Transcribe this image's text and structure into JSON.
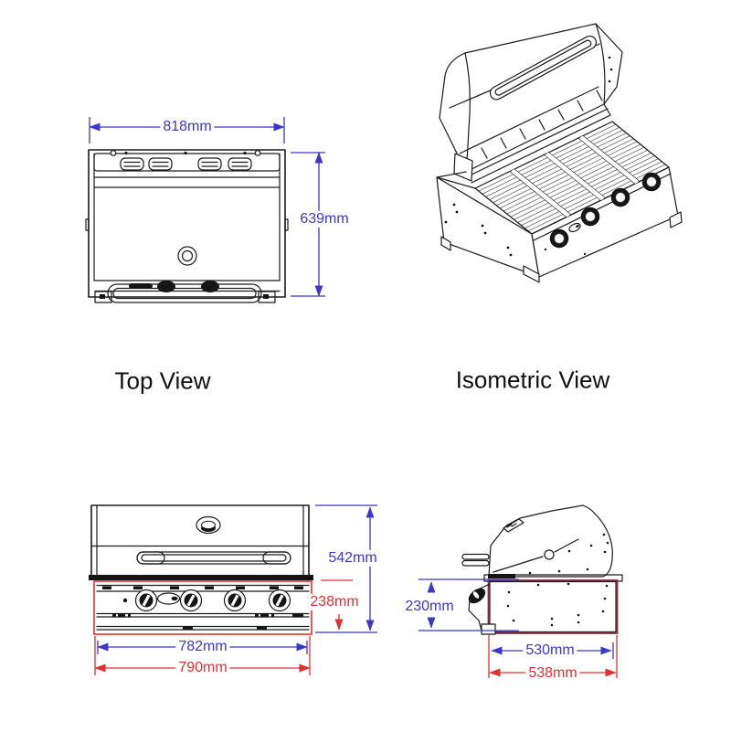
{
  "colors": {
    "dimension_primary_blue": "#3c36c9",
    "dimension_secondary_red": "#e23030",
    "cutout_outline_maroon": "#8e2b3c",
    "drawing_ink": "#1a1a1a"
  },
  "views": {
    "top": {
      "label": "Top View",
      "dims": {
        "width": "818mm",
        "depth": "639mm"
      }
    },
    "isometric": {
      "label": "Isometric View"
    },
    "front": {
      "dims": {
        "height_total": "542mm",
        "height_below_flange": "238mm",
        "width_inner": "782mm",
        "width_overall": "790mm"
      }
    },
    "side": {
      "dims": {
        "depth_below_flange": "230mm",
        "depth_inner": "530mm",
        "depth_overall": "538mm"
      }
    }
  }
}
